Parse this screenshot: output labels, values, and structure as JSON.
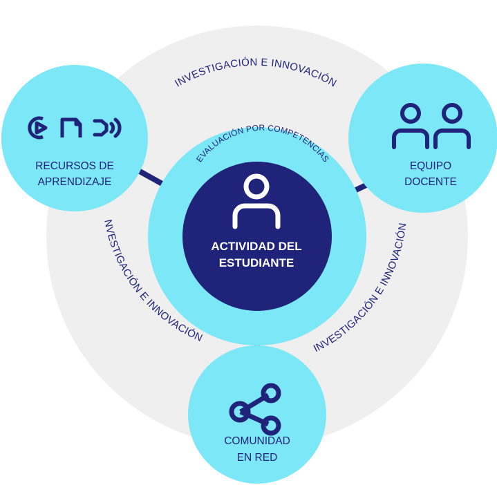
{
  "center": {
    "line1": "ACTIVIDAD DEL",
    "line2": "ESTUDIANTE"
  },
  "ring_label": "EVALUACIÓN POR COMPETENCIAS",
  "outer_labels": {
    "top": "INVESTIGACIÓN E INNOVACIÓN",
    "left": "INVESTIGACIÓN E INNOVACIÓN",
    "right": "INVESTIGACIÓN E INNOVACIÓN"
  },
  "nodes": {
    "resources": {
      "line1": "RECURSOS DE",
      "line2": "APRENDIZAJE",
      "icons": [
        "play-icon",
        "document-icon",
        "audio-icon"
      ]
    },
    "faculty": {
      "line1": "EQUIPO",
      "line2": "DOCENTE",
      "icons": [
        "users-icon"
      ]
    },
    "community": {
      "line1": "COMUNIDAD",
      "line2": "EN RED",
      "icons": [
        "share-icon"
      ]
    }
  },
  "colors": {
    "navy": "#1f237a",
    "cyan": "#7ce7f7",
    "grey_ring": "#efefef",
    "white": "#ffffff"
  }
}
